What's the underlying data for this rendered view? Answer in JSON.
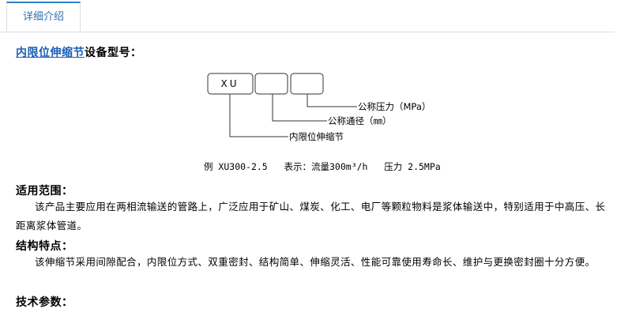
{
  "tabs": [
    {
      "label": "详细介绍",
      "active": true
    }
  ],
  "model_section": {
    "link_text": "内限位伸缩节",
    "title_suffix": "设备型号："
  },
  "diagram": {
    "box1_text": "XU",
    "box2_text": "",
    "box3_text": "",
    "label_pressure": "公称压力（MPa）",
    "label_diameter": "公称通径（㎜）",
    "label_name": "内限位伸缩节",
    "example": "例 XU300-2.5   表示：流量300m³/h   压力 2.5MPa"
  },
  "scope": {
    "heading": "适用范围：",
    "body": "该产品主要应用在两相流输送的管路上，广泛应用于矿山、煤炭、化工、电厂等颗粒物料是浆体输送中，特别适用于中高压、长距离浆体管道。"
  },
  "features": {
    "heading": "结构特点：",
    "body": "该伸缩节采用间隙配合，内限位方式、双重密封、结构简单、伸缩灵活、性能可靠使用寿命长、维护与更换密封圈十分方便。"
  },
  "tech": {
    "heading": "技术参数："
  }
}
